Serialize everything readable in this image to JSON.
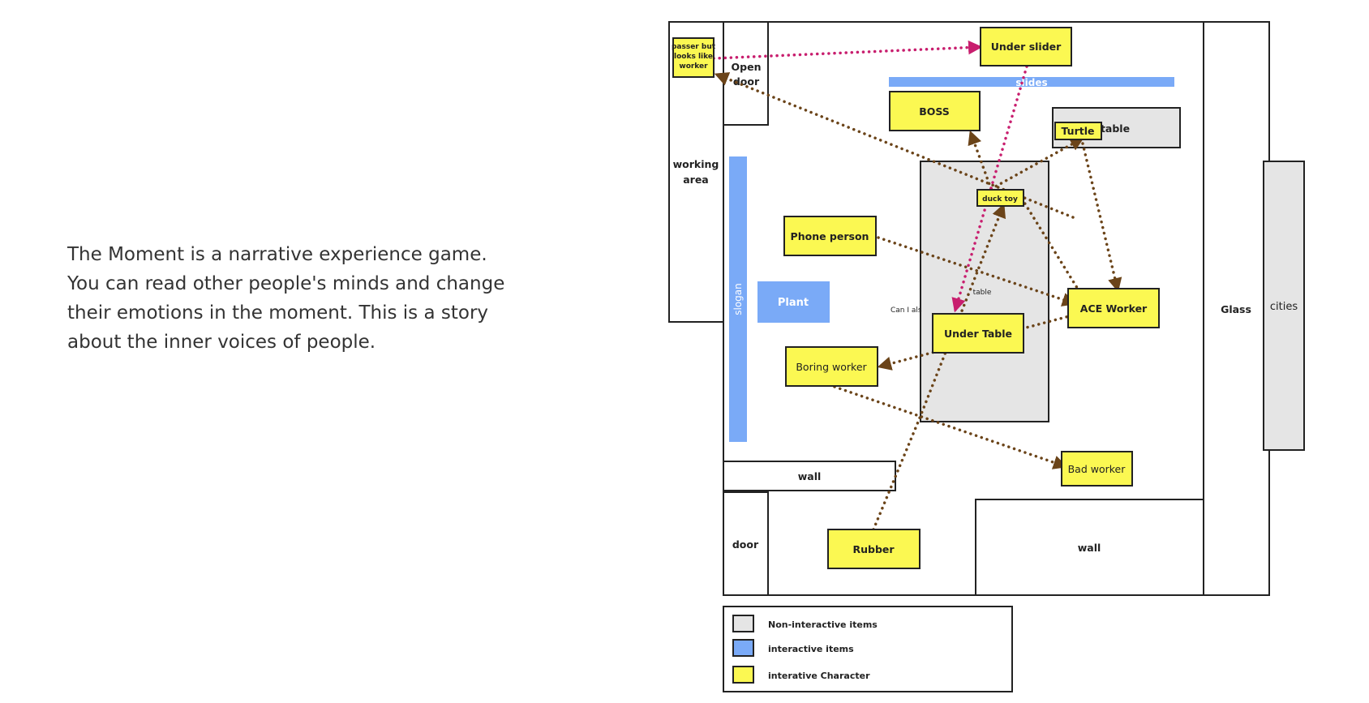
{
  "description": {
    "lines": [
      "The Moment is a narrative experience game.",
      "You can read other people's minds and change",
      "their emotions in the moment. This is a story",
      "about the inner voices of people."
    ]
  },
  "map": {
    "labels": {
      "open_door_1": "Open",
      "open_door_2": "door",
      "working_1": "working",
      "working_2": "area",
      "slogan": "slogan",
      "slides": "slides",
      "plant": "Plant",
      "table_right": "table",
      "table_center": "table",
      "can_i_also": "Can I als",
      "wall_left": "wall",
      "door": "door",
      "wall_bottom": "wall",
      "glass": "Glass",
      "cities": "cities"
    },
    "characters": {
      "passer_1": "passer but",
      "passer_2": "looks like",
      "passer_3": "worker",
      "under_slider": "Under slider",
      "boss": "BOSS",
      "turtle": "Turtle",
      "duck_toy": "duck toy",
      "phone_person": "Phone person",
      "ace_worker": "ACE Worker",
      "under_table": "Under Table",
      "boring_worker": "Boring worker",
      "bad_worker": "Bad worker",
      "rubber": "Rubber"
    },
    "colors": {
      "non_interactive": "#e5e5e5",
      "interactive": "#7aaaf7",
      "character": "#fbf852",
      "brown_arrow": "#6b4419",
      "magenta_arrow": "#c81e6e"
    }
  },
  "legend": {
    "non_interactive": "Non-interactive items",
    "interactive": "interactive items",
    "character": "interative Character"
  }
}
